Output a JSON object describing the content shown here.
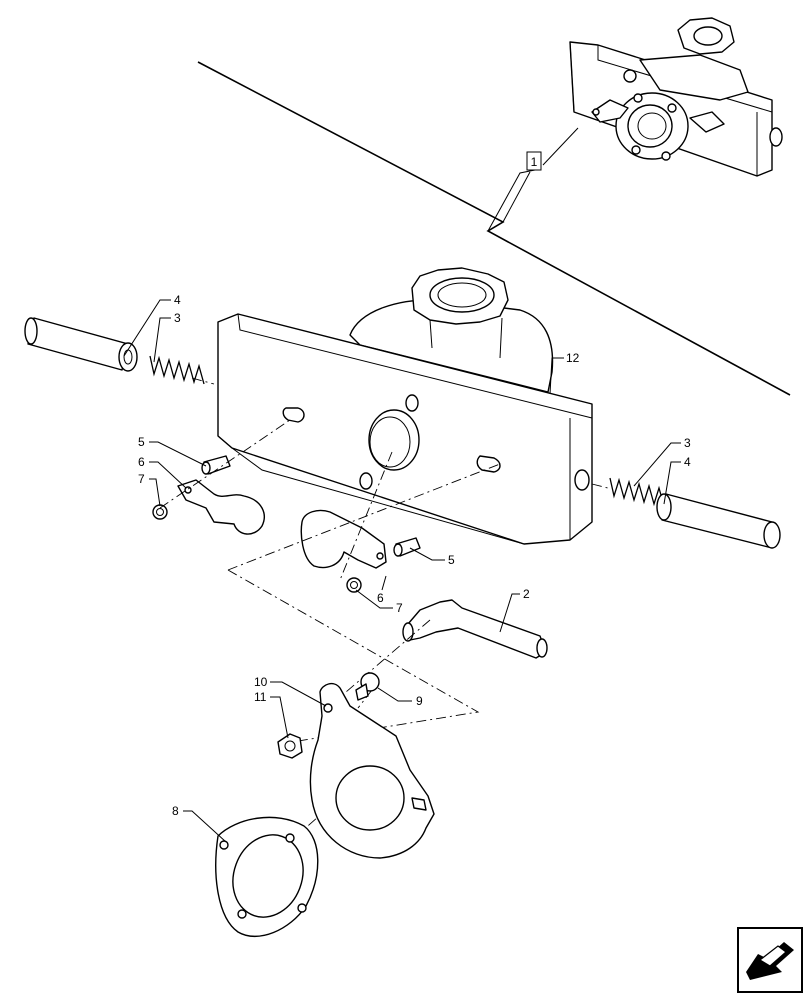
{
  "callouts": {
    "assembly": "1",
    "handle": "2",
    "spring_left": "3",
    "spring_right": "3",
    "pin_left": "4",
    "pin_right": "4",
    "roll_pin_left": "5",
    "roll_pin_right": "5",
    "latch_left": "6",
    "latch_right": "6",
    "clip_left": "7",
    "clip_right": "7",
    "flange": "8",
    "stud": "9",
    "cam_plate": "10",
    "nut": "11",
    "housing": "12"
  },
  "nav_icon": "next-page-arrow-icon"
}
